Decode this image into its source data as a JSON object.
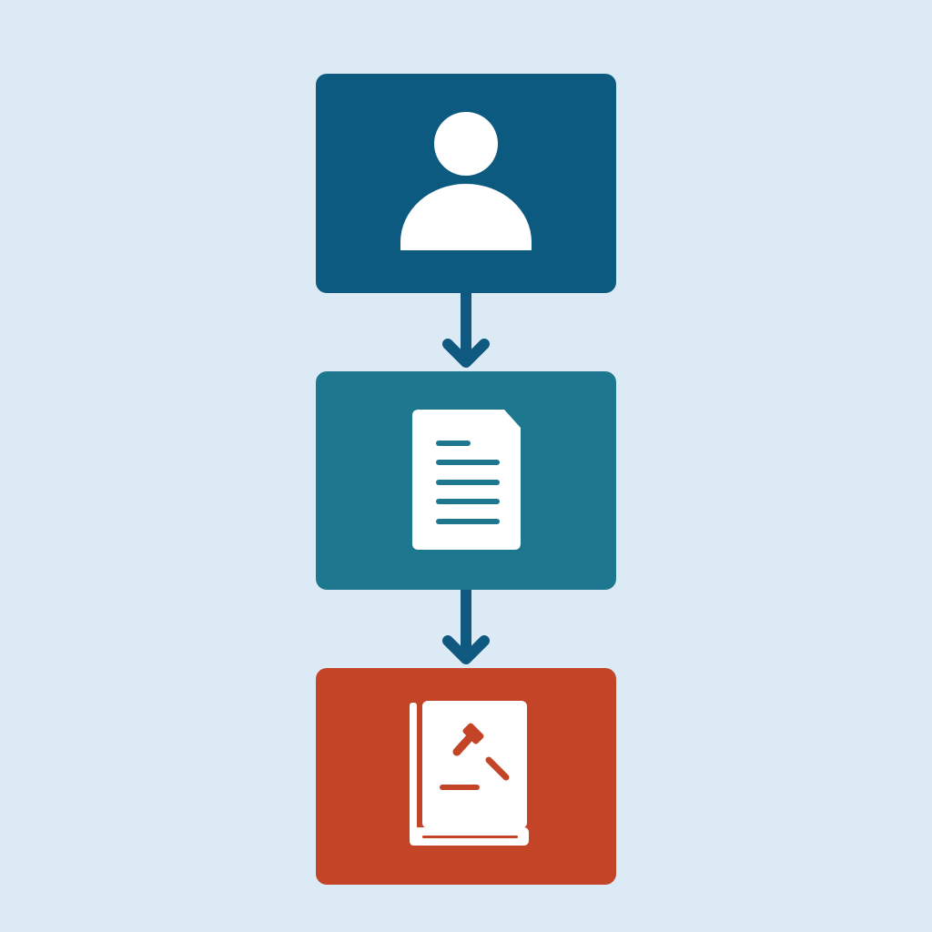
{
  "colors": {
    "background": "#dbeaf5",
    "step1": "#0d5a81",
    "step2": "#1d788f",
    "step3": "#c44428",
    "arrow": "#0f587f",
    "icon_fill": "#ffffff"
  },
  "steps": [
    {
      "icon": "person-icon"
    },
    {
      "icon": "document-icon"
    },
    {
      "icon": "law-book-gavel-icon"
    }
  ],
  "connectors": [
    {
      "from": 1,
      "to": 2,
      "icon": "arrow-down-icon"
    },
    {
      "from": 2,
      "to": 3,
      "icon": "arrow-down-icon"
    }
  ]
}
